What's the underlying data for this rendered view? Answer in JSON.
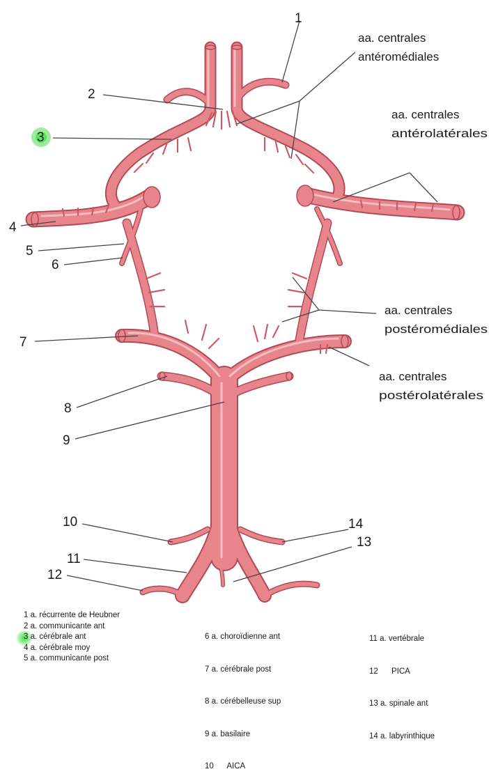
{
  "highlight": {
    "number": "3",
    "color": "#4cdc4c"
  },
  "callouts": [
    {
      "id": "1",
      "text": "1"
    },
    {
      "id": "2",
      "text": "2"
    },
    {
      "id": "3",
      "text": "3"
    },
    {
      "id": "4",
      "text": "4"
    },
    {
      "id": "5",
      "text": "5"
    },
    {
      "id": "6",
      "text": "6"
    },
    {
      "id": "7",
      "text": "7"
    },
    {
      "id": "8",
      "text": "8"
    },
    {
      "id": "9",
      "text": "9"
    },
    {
      "id": "10",
      "text": "10"
    },
    {
      "id": "11",
      "text": "11"
    },
    {
      "id": "12",
      "text": "12"
    },
    {
      "id": "13",
      "text": "13"
    },
    {
      "id": "14",
      "text": "14"
    }
  ],
  "group_labels": {
    "antero_mediales": [
      "aa. centrales",
      "antéromédiales"
    ],
    "antero_laterales": [
      "aa. centrales",
      "antérolatérales"
    ],
    "postero_mediales": [
      "aa. centrales",
      "postéromédiales"
    ],
    "postero_laterales": [
      "aa. centrales",
      "postérolatérales"
    ]
  },
  "legend": {
    "col1": [
      "1 a. récurrente de Heubner",
      "2 a. communicante ant",
      "3 a. cérébrale ant",
      "4 a. cérébrale moy",
      "5 a. communicante post"
    ],
    "col2": [
      "6 a. choroïdienne ant",
      "7 a. cérébrale post",
      "8 a. cérébelleuse sup",
      "9 a. basilaire",
      "10      AICA"
    ],
    "col3": [
      "11 a. vertébrale",
      "12      PICA",
      "13 a. spinale ant",
      "14 a. labyrinthique"
    ]
  },
  "colors": {
    "artery": "#e8848c",
    "artery_dark": "#b24a55",
    "artery_light": "#f6c3c6",
    "leader": "#444444"
  }
}
